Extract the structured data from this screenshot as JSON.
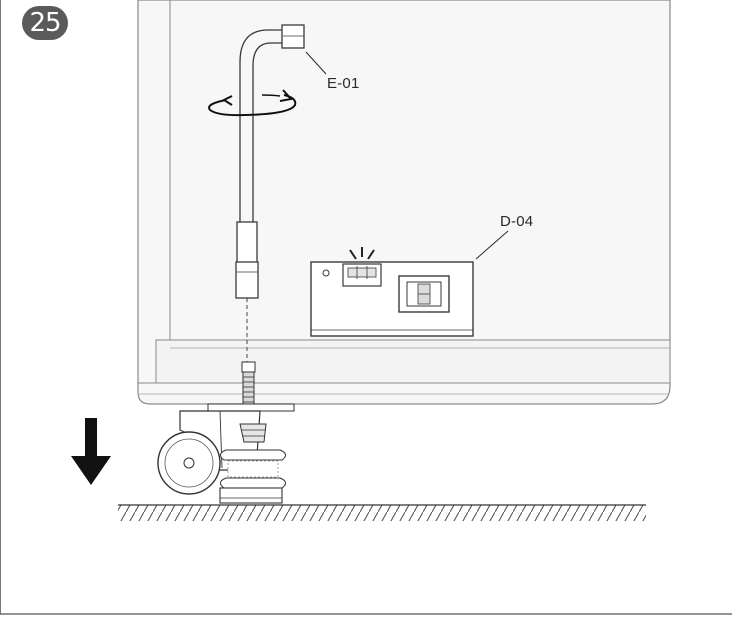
{
  "step": {
    "number": "25"
  },
  "callouts": {
    "wrench_part": "E-01",
    "level_part": "D-04"
  },
  "icons": {
    "wrench": "allen-wrench-icon",
    "rotation": "rotation-arrow-icon",
    "down_arrow": "down-arrow-icon",
    "caster": "leveling-caster-icon",
    "spirit_level": "spirit-level-icon"
  },
  "colors": {
    "line": "#3a3a3a",
    "panel_fill": "#f7f7f7",
    "badge": "#5a5a5a",
    "arrow": "#111111"
  }
}
